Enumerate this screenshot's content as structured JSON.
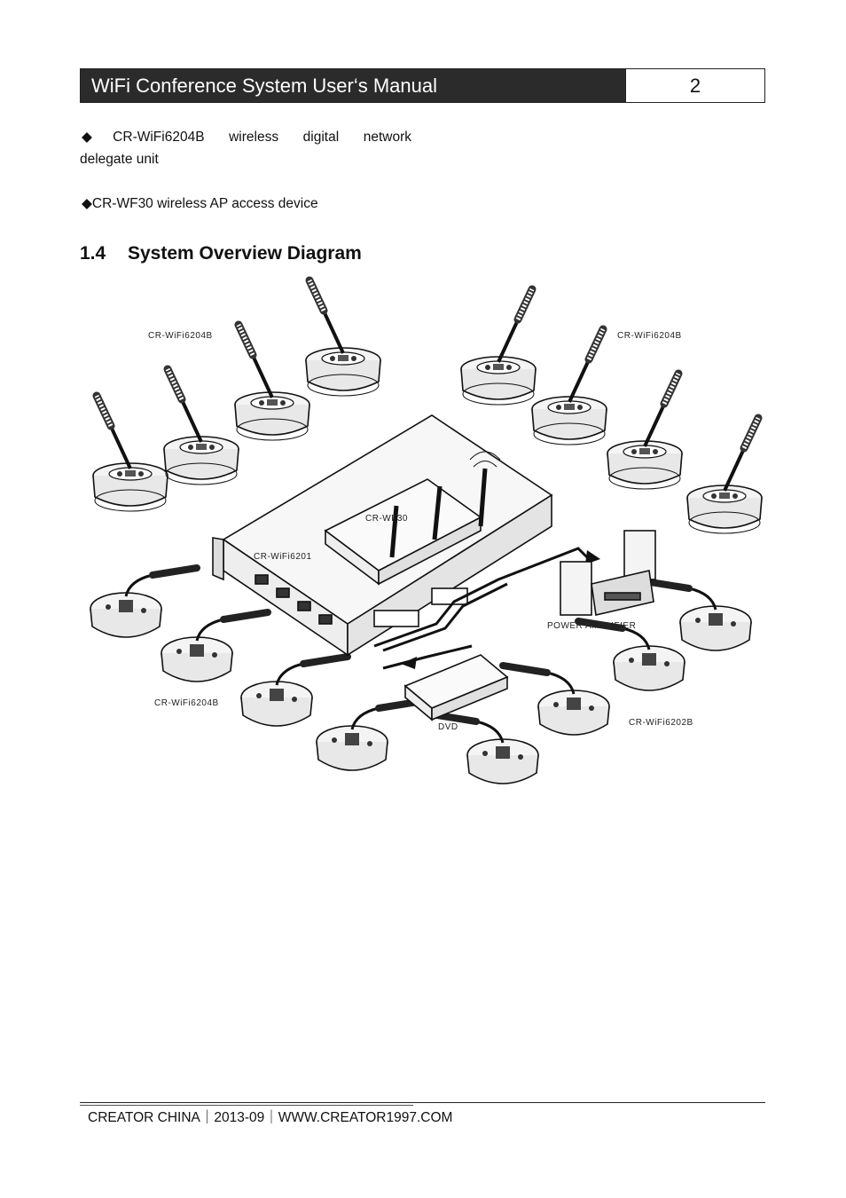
{
  "header": {
    "title": "WiFi Conference System User‘s Manual",
    "page": "2"
  },
  "bullets": {
    "item1_line1": "◆CR-WiFi6204B wireless digital network",
    "item1_line2": "delegate unit",
    "item2": "◆CR-WF30 wireless AP access device"
  },
  "section": {
    "number": "1.4",
    "title": "System Overview Diagram"
  },
  "diagram": {
    "label_top_left": "CR-WiFi6204B",
    "label_top_right": "CR-WiFi6204B",
    "label_ap": "CR-WF30",
    "label_host": "CR-WiFi6201",
    "label_amp": "POWER AMPLIFIER",
    "label_bottom_left": "CR-WiFi6204B",
    "label_dvd": "DVD",
    "label_bottom_right": "CR-WiFi6202B"
  },
  "footer": {
    "text": "CREATOR CHINA｜2013-09｜WWW.CREATOR1997.COM"
  }
}
